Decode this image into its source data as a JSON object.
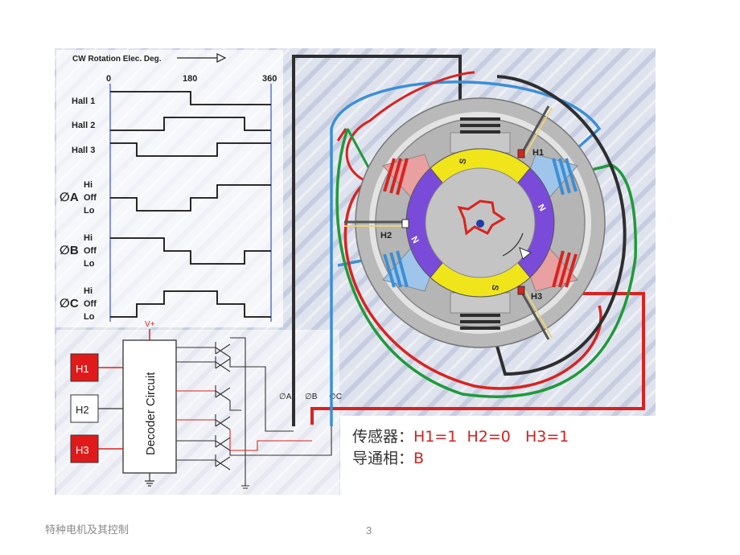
{
  "diagram": {
    "rotation_label": "CW Rotation Elec. Deg.",
    "ticks": [
      "0",
      "180",
      "360"
    ],
    "hall_labels": [
      "Hall 1",
      "Hall 2",
      "Hall 3"
    ],
    "phase_labels": [
      "∅A",
      "∅B",
      "∅C"
    ],
    "level_labels": [
      "Hi",
      "Off",
      "Lo"
    ],
    "vplus": "V+",
    "decoder": "Decoder Circuit",
    "sensors": [
      "H1",
      "H2",
      "H3"
    ],
    "sensor_state": {
      "H1": "on",
      "H2": "off",
      "H3": "on"
    },
    "output_labels": [
      "∅A",
      "∅B",
      "∅C"
    ],
    "motor_hall_labels": [
      "H1",
      "H2",
      "H3"
    ],
    "magnet_letters": [
      "S",
      "N",
      "S",
      "N"
    ]
  },
  "info": {
    "line1_label": "传感器：",
    "line1_values": "H1=1  H2=0   H3=1",
    "line2_label": "导通相：",
    "line2_value": "B"
  },
  "footer": {
    "course": "特种电机及其控制",
    "page": "3"
  },
  "colors": {
    "phase_a": "#2e2e2e",
    "phase_b": "#d9231f",
    "phase_c": "#3b8fd6",
    "green": "#1f9a3a",
    "magnet_s": "#f0e51a",
    "magnet_n": "#7a4bd8"
  }
}
